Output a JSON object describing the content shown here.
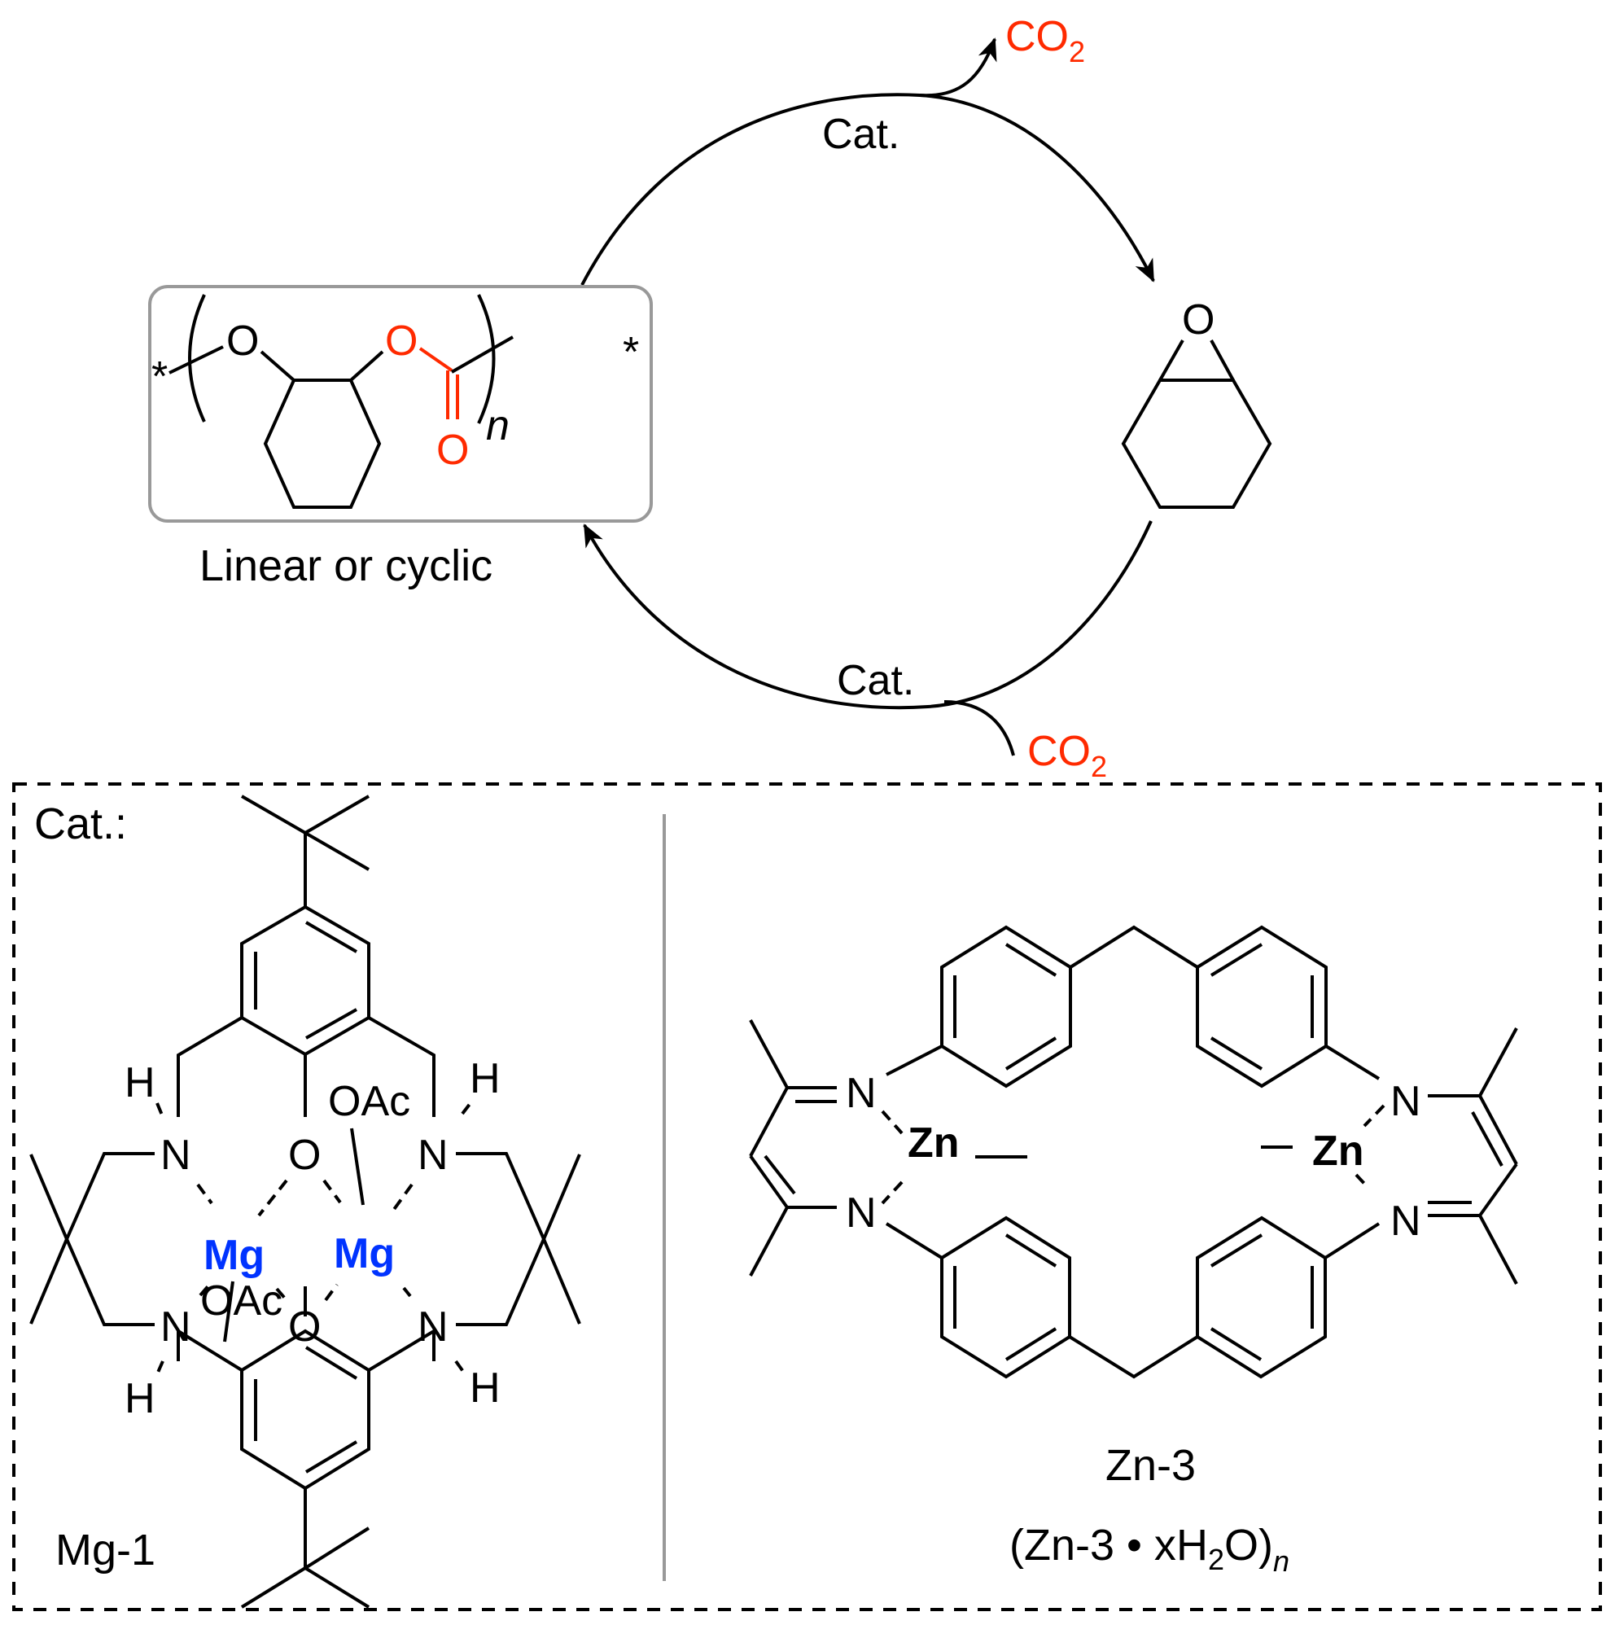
{
  "cycle": {
    "top_catalyst_label": "Cat.",
    "bottom_catalyst_label": "Cat.",
    "released_co2": {
      "main": "CO",
      "sub": "2"
    },
    "consumed_co2": {
      "main": "CO",
      "sub": "2"
    },
    "direction_top": "polycarbonate → epoxide (depolymerization, CO2 released)",
    "direction_bottom": "epoxide → polycarbonate (copolymerization, CO2 consumed)"
  },
  "polymer": {
    "end_star_left": "*",
    "end_star_right": "*",
    "ether_oxygen": "O",
    "ester_oxygen": "O",
    "carbonyl_oxygen": "O",
    "repeat_subscript": "n",
    "caption": "Linear or cyclic"
  },
  "epoxide": {
    "oxygen": "O",
    "name": "cyclohexene oxide"
  },
  "catalysts": {
    "header": "Cat.:",
    "mg1": {
      "name": "Mg-1",
      "metal": "Mg",
      "nitrogen": "N",
      "hydrogen": "H",
      "phenoxide_oxygen": "O",
      "acetate": "OAc"
    },
    "zn3": {
      "name": "Zn-3",
      "hydrate": {
        "open": "(Zn-3 • x",
        "h": "H",
        "sub2": "2",
        "o": "O)",
        "n": "n"
      },
      "metal": "Zn",
      "nitrogen": "N"
    }
  },
  "colors": {
    "co2": "#ff2a00",
    "carbonate": "#ff2a00",
    "magnesium": "#0033ff",
    "box_border": "#999999",
    "divider": "#999999"
  }
}
